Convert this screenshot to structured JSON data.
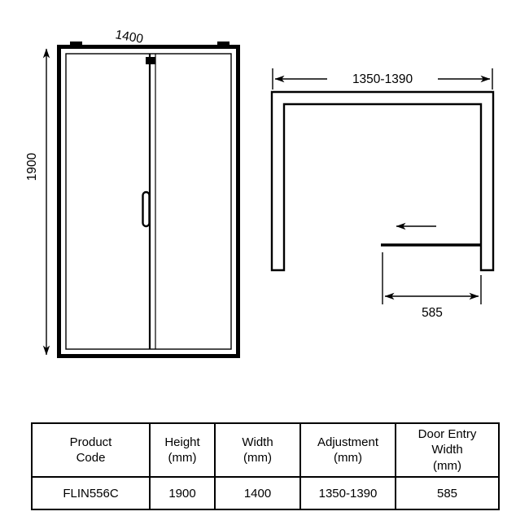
{
  "page": {
    "bg": "#ffffff",
    "ink": "#000000"
  },
  "front_elevation": {
    "width_dim": "1400",
    "height_dim": "1900"
  },
  "plan_view": {
    "adjustment_dim": "1350-1390",
    "door_entry_dim": "585"
  },
  "spec_table": {
    "headers": [
      "Product\nCode",
      "Height\n(mm)",
      "Width\n(mm)",
      "Adjustment\n(mm)",
      "Door Entry\nWidth\n(mm)"
    ],
    "row": [
      "FLIN556C",
      "1900",
      "1400",
      "1350-1390",
      "585"
    ]
  }
}
